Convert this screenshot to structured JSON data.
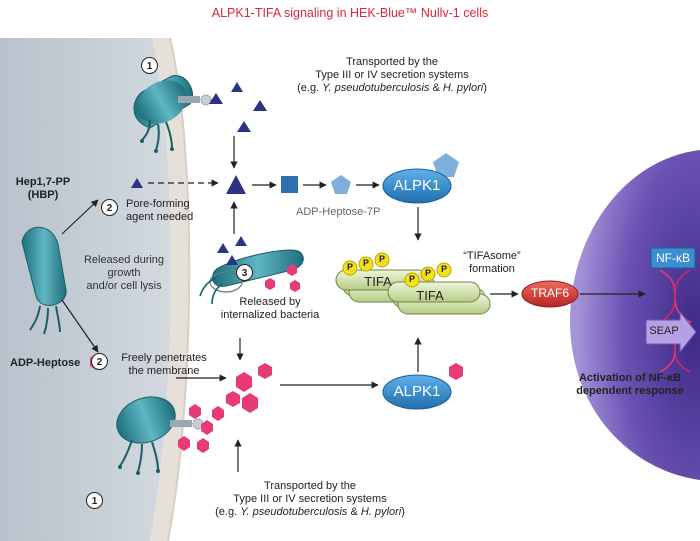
{
  "title": "ALPK1-TIFA signaling in HEK-Blue™ Nullv-1 cells",
  "labels": {
    "top_transport_line1": "Transported by the",
    "top_transport_line2": "Type III or IV secretion systems",
    "top_transport_line3_pre": "(e.g. ",
    "top_transport_line3_y": "Y.  pseudotuberculosis",
    "top_transport_line3_mid": " & ",
    "top_transport_line3_h": "H. pylori",
    "top_transport_line3_post": ")",
    "hbp_line1": "Hep1,7-PP",
    "hbp_line2": "(HBP)",
    "pore_line1": "Pore-forming",
    "pore_line2": "agent needed",
    "adp_heptose_7p": "ADP-Heptose-7P",
    "alpk1_top": "ALPK1",
    "alpk1_bottom": "ALPK1",
    "released_line1": "Released during",
    "released_line2": "growth",
    "released_line3": "and/or cell lysis",
    "internalized_line1": "Released by",
    "internalized_line2": "internalized bacteria",
    "freely_line1": "Freely penetrates",
    "freely_line2": "the membrane",
    "adp_heptose": "ADP-Heptose",
    "tifasome_line1": "“TIFAsome”",
    "tifasome_line2": "formation",
    "tifa_back": "TIFA",
    "tifa_front": "TIFA",
    "traf6": "TRAF6",
    "nfkb": "NF-κB",
    "seap": "SEAP",
    "activation_line1": "Activation of NF-κB",
    "activation_line2": "dependent response",
    "bottom_transport_line1": "Transported by the",
    "bottom_transport_line2": "Type III or IV secretion systems",
    "bottom_transport_line3_pre": "(e.g. ",
    "bottom_transport_line3_y": "Y.  pseudotuberculosis",
    "bottom_transport_line3_mid": " & ",
    "bottom_transport_line3_h": "H. pylori",
    "bottom_transport_line3_post": ")",
    "phospho": "P"
  },
  "step_numbers": {
    "top_bacterium": "1",
    "pore": "2",
    "internalized": "3",
    "freely": "2",
    "bottom_bacterium": "1"
  },
  "colors": {
    "title": "#d9273b",
    "triangle": "#2b3484",
    "square": "#2f6fb0",
    "pentagon": "#7fb0dc",
    "hexagon": "#e83a78",
    "alpk1": "#2e86c6",
    "traf6": "#d73a3a",
    "tifa": "#c9dc9e",
    "phospho": "#f3e21a",
    "nucleus": "#5a3ea0",
    "nfkb": "#3b8fd0",
    "seap": "#8d6ec9",
    "bacterium": "#2b8a99",
    "cell_edge": "#dcd5cd"
  }
}
